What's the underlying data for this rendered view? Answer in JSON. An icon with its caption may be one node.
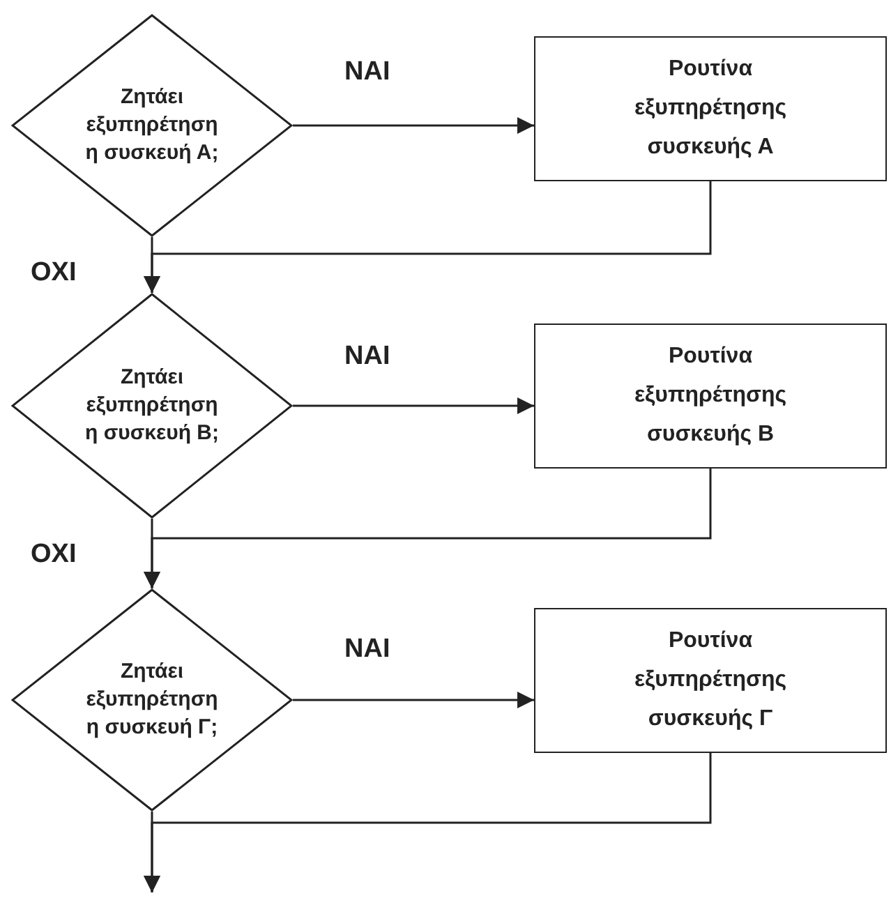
{
  "diagram": {
    "nodes": [
      {
        "text": [
          "Ζητάει εξυπηρέτηση η συσκευή Α;"
        ]
      },
      {
        "text": [
          "Ρουτίνα εξυπηρέτησης συσκευής Α"
        ]
      },
      {
        "text": [
          "Ζητάει εξυπηρέτηση η συσκευή Β;"
        ]
      },
      {
        "text": [
          "Ρουτίνα εξυπηρέτησης συσκευής Β"
        ]
      },
      {
        "text": [
          "Ζητάει εξυπηρέτηση η συσκευή Γ;"
        ]
      },
      {
        "text": [
          "Ρουτίνα εξυπηρέτησης συσκευής Γ"
        ]
      }
    ],
    "edges": [
      {
        "from": 0,
        "to": 1,
        "arrow": "to",
        "label": "ΝΑΙ"
      },
      {
        "from": 1,
        "to": 2,
        "arrow": "to"
      },
      {
        "from": 0,
        "to": 2,
        "arrow": "to",
        "label": "ΟΧΙ"
      },
      {
        "from": 2,
        "to": 3,
        "arrow": "to",
        "label": "ΝΑΙ"
      },
      {
        "from": 3,
        "to": 4,
        "arrow": "to"
      },
      {
        "from": 2,
        "to": 4,
        "arrow": "to",
        "label": "ΟΧΙ"
      },
      {
        "from": 4,
        "to": 5,
        "arrow": "to",
        "label": "ΝΑΙ"
      },
      {
        "from": 5,
        "to": null,
        "arrow": "to"
      },
      {
        "from": 4,
        "to": null,
        "arrow": "to"
      }
    ]
  }
}
